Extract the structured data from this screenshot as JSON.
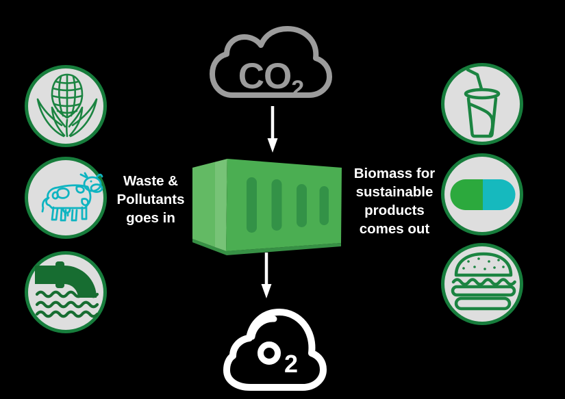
{
  "colors": {
    "background": "#000000",
    "circle_fill": "#dedede",
    "circle_border": "#177d3c",
    "icon_green": "#1b8441",
    "icon_dark_green": "#176d31",
    "icon_teal": "#0fb4c1",
    "pill_green": "#2ca93d",
    "pill_teal": "#16b9be",
    "cloud_gray": "#9c9c9c",
    "cloud_white": "#ffffff",
    "container_front": "#4bae52",
    "container_side": "#63ba64",
    "container_side_stripe": "#77c377",
    "container_bottom": "#379045",
    "container_bars": "#339247",
    "arrow": "#ffffff",
    "label_text": "#ffffff"
  },
  "center_flow": {
    "co2_main": "CO",
    "co2_sub": "2",
    "o2_sub": "2",
    "icons": [
      {
        "name": "co2-cloud-icon"
      },
      {
        "name": "down-arrow-icon"
      },
      {
        "name": "shipping-container-icon"
      },
      {
        "name": "down-arrow-icon"
      },
      {
        "name": "o2-cloud-icon"
      }
    ]
  },
  "left_column": {
    "caption": {
      "line1": "Waste &",
      "line2": "Pollutants",
      "line3": "goes in"
    },
    "icons": [
      {
        "name": "corn-icon"
      },
      {
        "name": "cow-icon"
      },
      {
        "name": "sewage-pipe-icon"
      }
    ]
  },
  "right_column": {
    "caption": {
      "line1": "Biomass for",
      "line2": "sustainable",
      "line3": "products",
      "line4": "comes out"
    },
    "icons": [
      {
        "name": "drink-cup-icon"
      },
      {
        "name": "pill-capsule-icon"
      },
      {
        "name": "burger-icon"
      }
    ]
  }
}
